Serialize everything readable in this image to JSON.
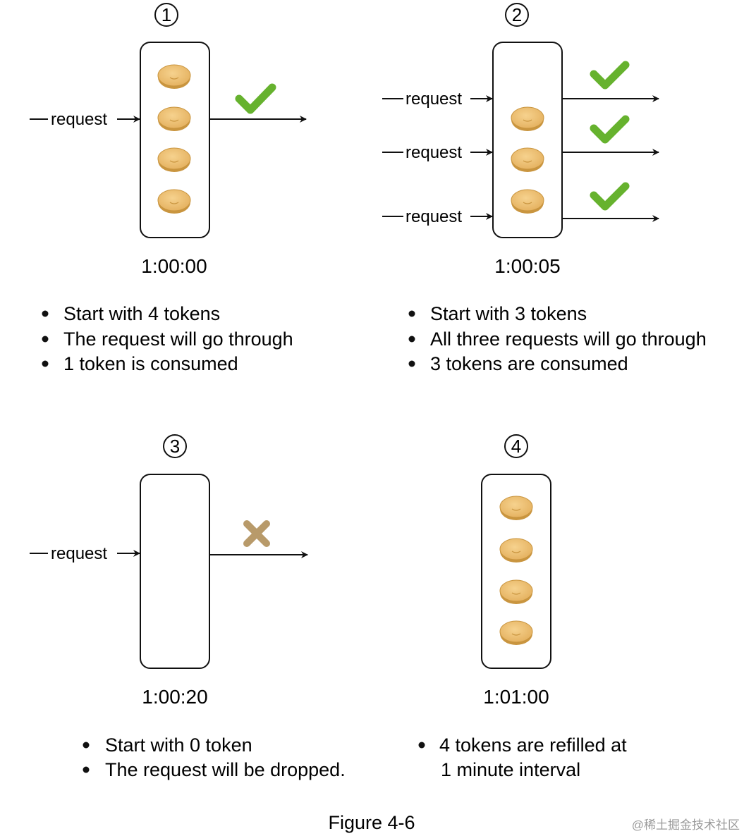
{
  "panels": [
    {
      "number": "1",
      "time": "1:00:00",
      "request_labels": [
        "request"
      ],
      "outcomes": [
        "accepted"
      ],
      "token_count": 4,
      "bullets": [
        "Start with 4 tokens",
        "The request will go through",
        "1 token is consumed"
      ]
    },
    {
      "number": "2",
      "time": "1:00:05",
      "request_labels": [
        "request",
        "request",
        "request"
      ],
      "outcomes": [
        "accepted",
        "accepted",
        "accepted"
      ],
      "token_count": 3,
      "bullets": [
        "Start with 3 tokens",
        "All three requests will go through",
        "3 tokens are consumed"
      ]
    },
    {
      "number": "3",
      "time": "1:00:20",
      "request_labels": [
        "request"
      ],
      "outcomes": [
        "dropped"
      ],
      "token_count": 0,
      "bullets": [
        "Start with 0 token",
        "The request will be dropped."
      ]
    },
    {
      "number": "4",
      "time": "1:01:00",
      "request_labels": [],
      "outcomes": [],
      "token_count": 4,
      "bullets": [
        "4 tokens are refilled at"
      ],
      "bullet_continuation": "1 minute interval"
    }
  ],
  "icons": {
    "accepted": "check-icon",
    "dropped": "cross-icon",
    "token": "token-coin-icon"
  },
  "colors": {
    "token_fill": "#efc272",
    "token_stroke": "#c9953f",
    "check": "#66b22e",
    "cross": "#b89a6a"
  },
  "caption": "Figure 4-6",
  "watermark": "@稀土掘金技术社区"
}
